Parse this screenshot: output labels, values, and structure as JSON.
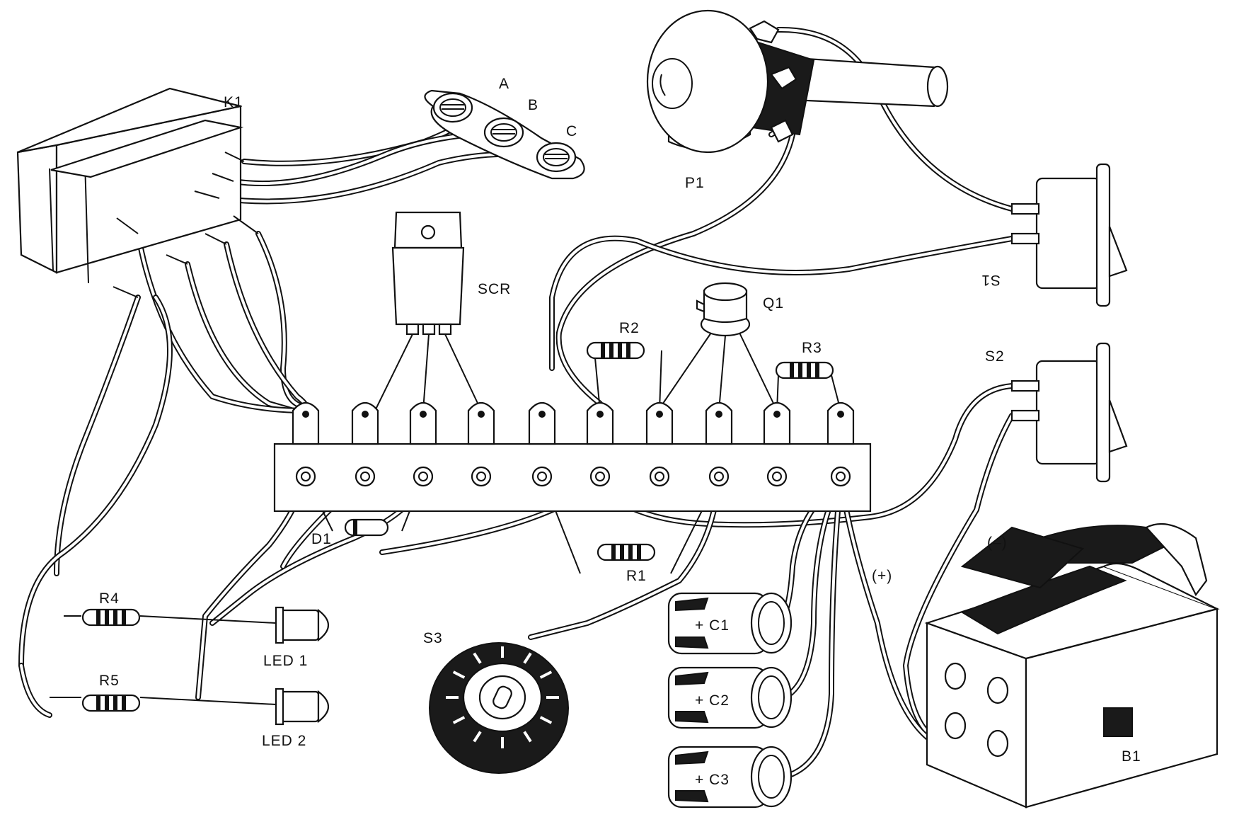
{
  "labels": {
    "k1": "K1",
    "a": "A",
    "b": "B",
    "c": "C",
    "p1": "P1",
    "s1": "S1",
    "scr": "SCR",
    "q1": "Q1",
    "r2": "R2",
    "r3": "R3",
    "s2": "S2",
    "minus": "(–)",
    "plus": "(+)",
    "d1": "D1",
    "r1": "R1",
    "r4": "R4",
    "r5": "R5",
    "led1": "LED 1",
    "led2": "LED 2",
    "s3": "S3",
    "c1": "+ C1",
    "c2": "+ C2",
    "c3": "+ C3",
    "b1": "B1"
  },
  "terminal_strip": {
    "lugs": 10
  },
  "colors": {
    "ink": "#111111",
    "paper": "#ffffff"
  }
}
